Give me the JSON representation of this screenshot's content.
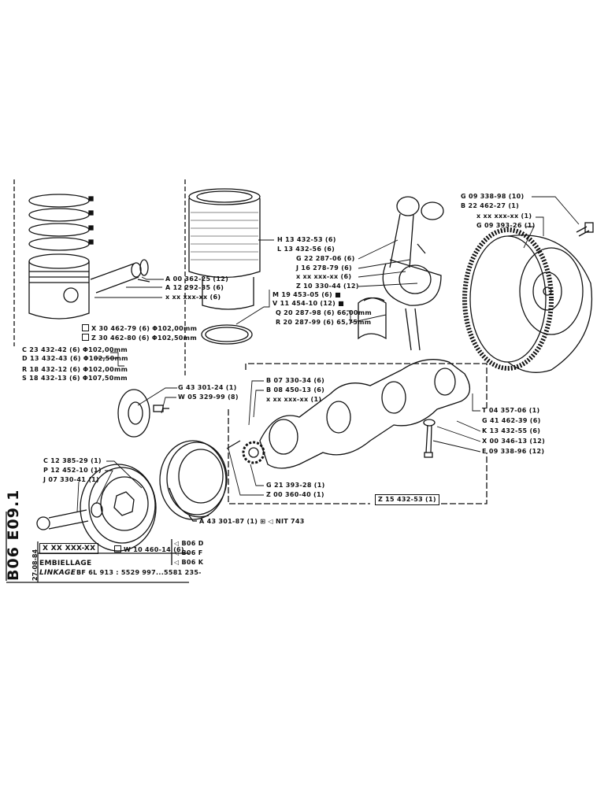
{
  "sheet": {
    "code": "B06 E09.1",
    "date": "27-08-84",
    "part_ref": "X XX XXX-XX",
    "title_fr": "EMBIELLAGE",
    "title_en": "LINKAGE",
    "engine": "BF 6L 913 : 5529 997...5581 235-",
    "kit": "W 10 460-14 (6)",
    "refs": [
      "◁ B06 D",
      "◁ B06 F",
      "◁ B06 K"
    ]
  },
  "piston_group": [
    "A 00 362-25 (12)",
    "A 12 292-35 (6)",
    "x xx xxx-xx (6)",
    "X 30 462-79 (6) Φ102,00mm",
    "Z 30 462-80 (6) Φ102,50mm",
    "C 23 432-42 (6) Φ102,00mm",
    "D 13 432-43 (6) Φ102,50mm",
    "R 18 432-12 (6) Φ102,00mm",
    "S 18 432-13 (6) Φ107,50mm"
  ],
  "liner_rod_group": [
    "H 13 432-53 (6)",
    "L 13 432-56 (6)",
    "G 22 287-06 (6)",
    "J 16 278-79 (6)",
    "x xx xxx-xx (6)",
    "Z 10 330-44 (12)",
    "M 19 453-05 (6) ■",
    "V 11 454-10 (12) ■",
    "Q 20 287-98 (6) 66,00mm",
    "R 20 287-99 (6) 65,75mm"
  ],
  "flywheel_group": [
    "G 09 338-98 (10)",
    "B 22 462-27 (1)",
    "x xx xxx-xx (1)",
    "G 09 393-26 (1)"
  ],
  "crank_right_group": [
    "T 04 357-06 (1)",
    "G 41 462-39 (6)",
    "K 13 432-55 (6)",
    "X 00 346-13 (12)",
    "E 09 338-96 (12)"
  ],
  "center_group": [
    "G 43 301-24 (1)",
    "W 05 329-99 (8)",
    "B 07 330-34 (6)",
    "B 08 450-13 (6)",
    "x xx xxx-xx (1)",
    "G 21 393-28 (1)",
    "Z 00 360-40 (1)",
    "Z 15 432-53 (1)"
  ],
  "pulley_group": [
    "C 12 385-29 (1)",
    "P 12 452-10 (1)",
    "J 07 330-41 (1)"
  ],
  "damper": {
    "part": "A 43 301-87 (1) ⊞",
    "note": "◁ NIT 743"
  }
}
